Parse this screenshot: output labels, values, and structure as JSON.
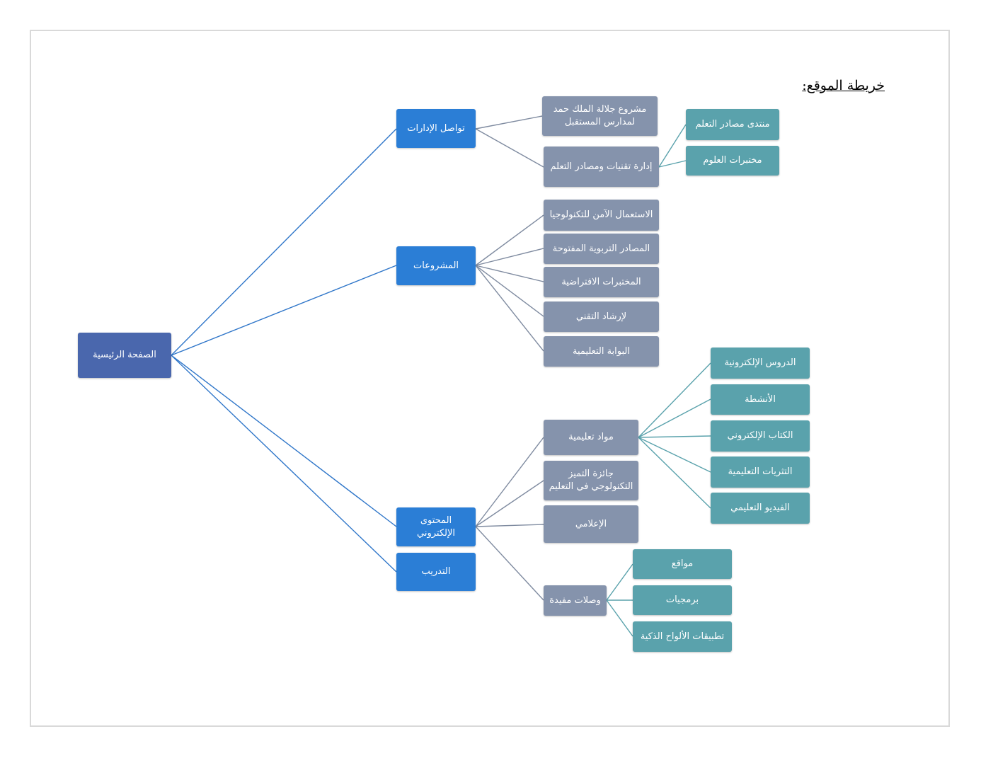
{
  "title": "خريطة الموقع:",
  "colors": {
    "root": "#4a67ad",
    "level1": "#2b7ed6",
    "level2": "#8593ac",
    "level3": "#5aa2ac",
    "line_blue": "#2f76c9",
    "line_gray": "#7f8ba0",
    "line_teal": "#5aa2ac"
  },
  "nodes": {
    "root": "الصفحة الرئيسية",
    "admin": "تواصل الإدارات",
    "projects": "المشروعات",
    "econtent": "المحتوى الإلكتروني",
    "training": "التدريب",
    "king_project": "مشروع جلالة الملك حمد لمدارس المستقبل",
    "tech_mgmt": "إدارة تقنيات ومصادر التعلم",
    "forum": "منتدى مصادر التعلم",
    "science_labs": "مختبرات العلوم",
    "safe_use": "الاستعمال الآمن للتكنولوجيا",
    "oer": "المصادر التربوية المفتوحة",
    "virtual_labs": "المختبرات الافتراضية",
    "tech_guidance": "لإرشاد التقني",
    "edu_portal": "البوابة التعليمية",
    "edu_materials": "مواد تعليمية",
    "excellence_award": "جائزة التميز التكنولوجي في التعليم",
    "media": "الإعلامي",
    "useful_links": "وصلات مفيدة",
    "e_lessons": "الدروس الإلكترونية",
    "activities": "الأنشطة",
    "e_book": "الكتاب الإلكتروني",
    "enrichments": "التثريات التعليمية",
    "edu_video": "الفيديو التعليمي",
    "websites": "مواقع",
    "software": "برمجيات",
    "tablet_apps": "تطبيقات الألواح الذكية"
  }
}
